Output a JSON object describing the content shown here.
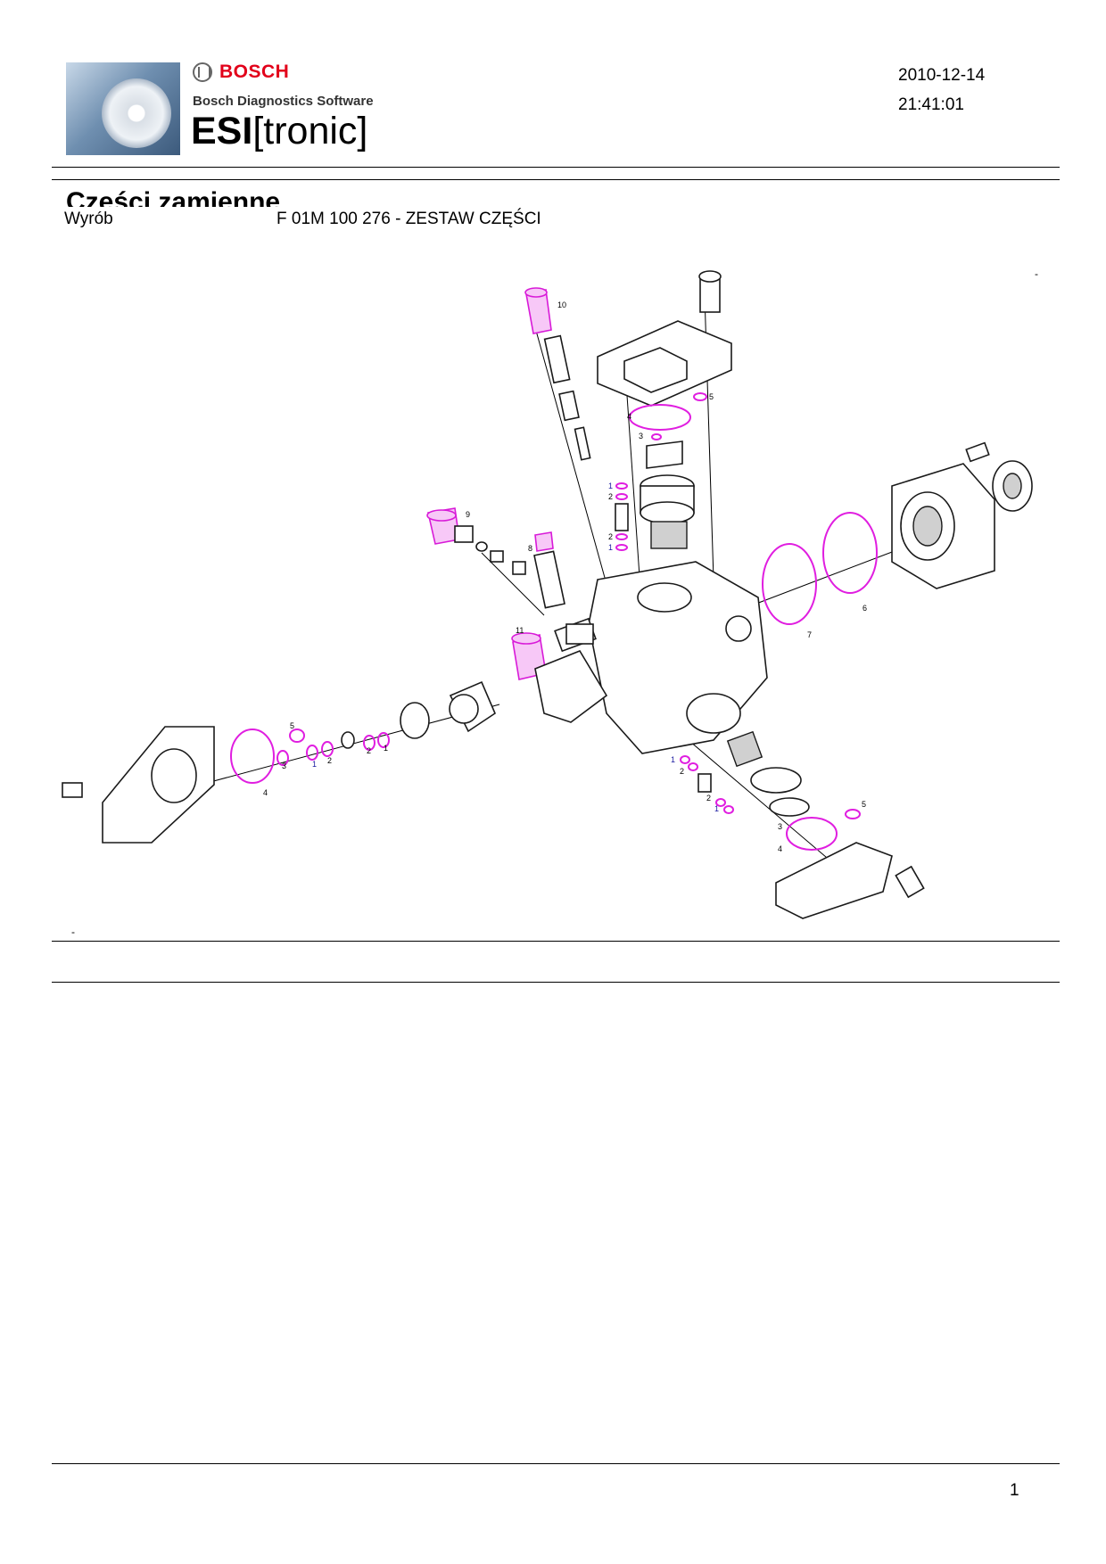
{
  "header": {
    "brand": "BOSCH",
    "software": "Bosch Diagnostics Software",
    "product_bold": "ESI",
    "product_rest": "[tronic]",
    "date": "2010-12-14",
    "time": "21:41:01"
  },
  "section": {
    "title": "Części zamienne",
    "product_label": "Wyrób",
    "product_value": "F 01M 100 276 - ZESTAW CZĘŚCI"
  },
  "diagram": {
    "dash_top": "-",
    "dash_bottom": "-",
    "callouts": [
      "10",
      "4",
      "5",
      "3",
      "1",
      "2",
      "2",
      "1",
      "9",
      "8",
      "11",
      "7",
      "6",
      "5",
      "3",
      "1",
      "2",
      "2",
      "1",
      "4",
      "1",
      "2",
      "2",
      "1",
      "5",
      "3",
      "4"
    ]
  },
  "footer": {
    "page_number": "1"
  }
}
